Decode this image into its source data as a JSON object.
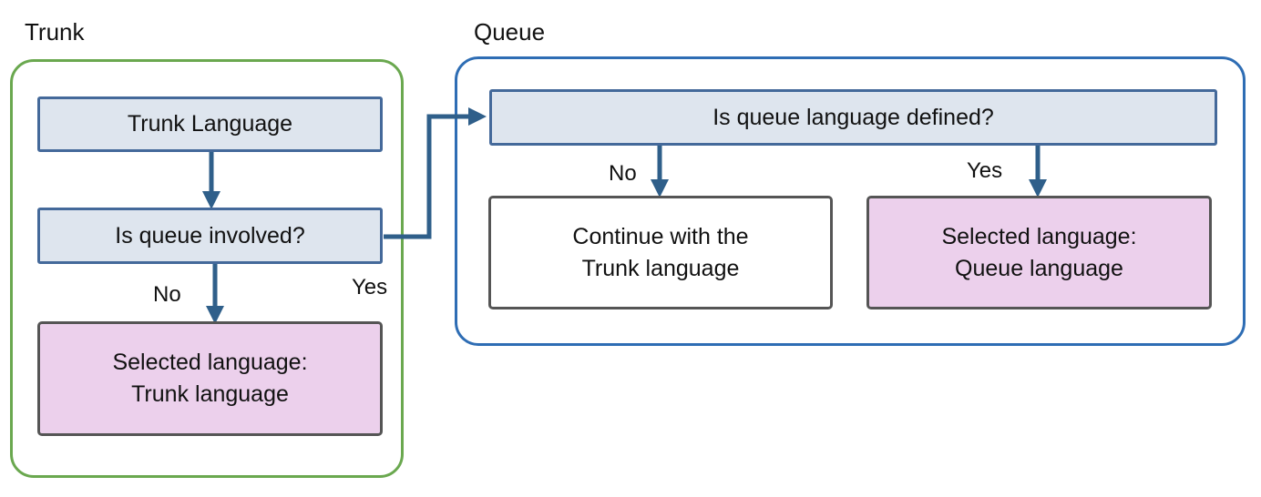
{
  "groups": {
    "trunk": {
      "label": "Trunk",
      "border_color": "#6aa84f"
    },
    "queue": {
      "label": "Queue",
      "border_color": "#2e6db4"
    }
  },
  "nodes": {
    "trunk_language": "Trunk Language",
    "is_queue_involved": "Is queue involved?",
    "selected_trunk": "Selected language:\nTrunk language",
    "is_queue_language_defined": "Is queue language defined?",
    "continue_trunk": "Continue with the\nTrunk language",
    "selected_queue": "Selected language:\nQueue language"
  },
  "edge_labels": {
    "involved_no": "No",
    "involved_yes": "Yes",
    "defined_no": "No",
    "defined_yes": "Yes"
  },
  "colors": {
    "connector": "#2f5f8a",
    "step_fill": "#dee5ee",
    "step_border": "#44699a",
    "result_fill": "#ecd0ec"
  }
}
